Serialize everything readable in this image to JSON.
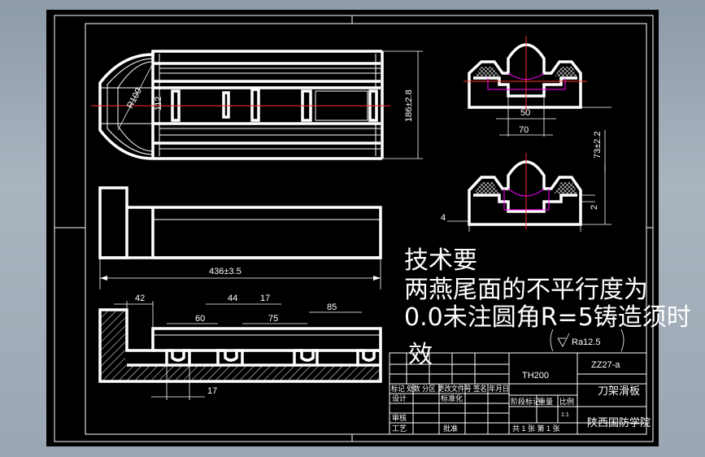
{
  "dimensions": {
    "r100": "R100",
    "r112": "112",
    "height_186": "186±2.8",
    "width_50": "50",
    "width_70": "70",
    "height_73": "73±2.2",
    "dim_2": "2",
    "dim_4": "4",
    "length_436": "436±3.5",
    "d42": "42",
    "d44": "44",
    "d17a": "17",
    "d85": "85",
    "d60": "60",
    "d75": "75",
    "d17b": "17"
  },
  "notes": {
    "line1": "技术要",
    "line2": "两燕尾面的不平行度为",
    "line3": "0.0未注圆角R=5铸造须时",
    "line4": "效"
  },
  "surface": {
    "roughness": "Ra12.5"
  },
  "title_block": {
    "model": "TH200",
    "drawing_no": "ZZ27-a",
    "part_name": "刀架滑板",
    "school": "陕西国防学院",
    "rev_header": "标记 处数 分区 更改文件号 签名 年月日",
    "design": "设计",
    "standardize": "标准化",
    "stage": "阶段标记",
    "weight": "重量",
    "scale": "比例",
    "scale_value": "1:1",
    "review": "审核",
    "process": "工艺",
    "approve": "批准",
    "sheets": "共 1 张 第 1 张"
  }
}
